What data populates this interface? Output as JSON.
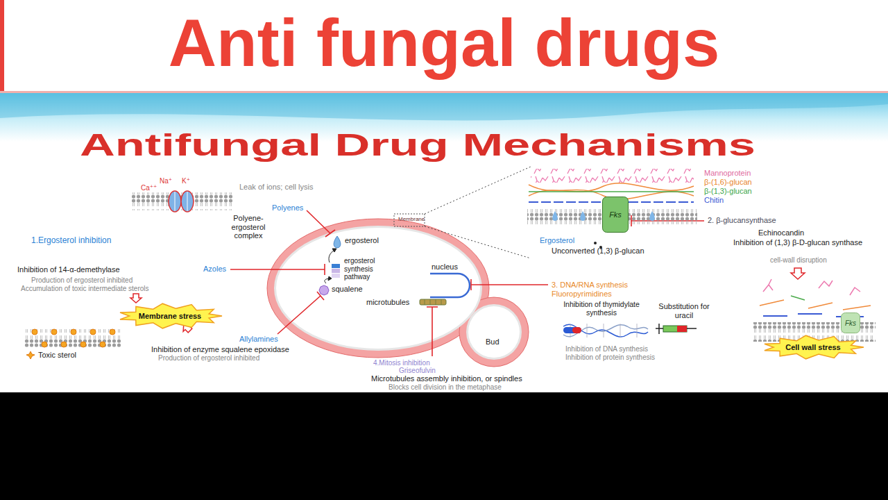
{
  "diagram": {
    "title": "Anti fungal drugs",
    "nodes": [
      {
        "text": [
          "Fks"
        ]
      },
      {
        "text": [
          "Membrane stress"
        ]
      },
      {
        "text": [
          "Fks"
        ]
      },
      {
        "text": [
          "Cell wall stress"
        ]
      }
    ],
    "labels": [
      "Antifungal Drug Mechanisms",
      "Na⁺",
      "K⁺",
      "Ca⁺⁺",
      "Leak of ions; cell lysis",
      "Polyenes",
      "Polyene-ergosterol complex",
      "1.Ergosterol inhibition",
      "Membrane",
      "ergosterol",
      "ergosterol synthesis pathway",
      "squalene",
      "nucleus",
      "Inhibition of 14-α-demethylase",
      "Azoles",
      "Production of ergosterol inhibited",
      "Accumulation of toxic intermediate sterols",
      "microtubules",
      "Bud",
      "Allylamines",
      "Inhibition of enzyme squalene epoxidase",
      "Production of ergosterol inhibited",
      "Toxic sterol",
      "4.Mitosis inhibition",
      "Griseofulvin",
      "Microtubules assembly inhibition, or spindles",
      "Blocks cell division in the metaphase",
      "3. DNA/RNA synthesis",
      "Fluoropyrimidines",
      "Inhibition of thymidylate synthesis",
      "Substitution for uracil",
      "Inhibition of DNA synthesis",
      "Inhibition of protein synthesis",
      "Mannoprotein",
      "β-(1,6)-glucan",
      "β-(1,3)-glucan",
      "Chitin",
      "2. β-glucansynthase",
      "Echinocandin",
      "Inhibition of (1,3) β-D-glucan synthase",
      "cell-wall disruption",
      "Ergosterol",
      "Unconverted (1,3) β-glucan"
    ]
  }
}
